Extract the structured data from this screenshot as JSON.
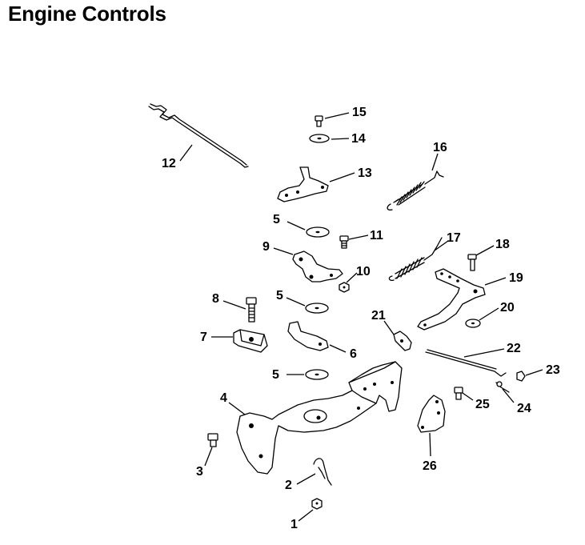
{
  "header": {
    "title": "Engine Controls"
  },
  "callouts": [
    "1",
    "2",
    "3",
    "4",
    "5",
    "5",
    "5",
    "6",
    "7",
    "8",
    "9",
    "10",
    "11",
    "12",
    "13",
    "14",
    "15",
    "16",
    "17",
    "18",
    "19",
    "20",
    "21",
    "22",
    "23",
    "24",
    "25",
    "26"
  ]
}
